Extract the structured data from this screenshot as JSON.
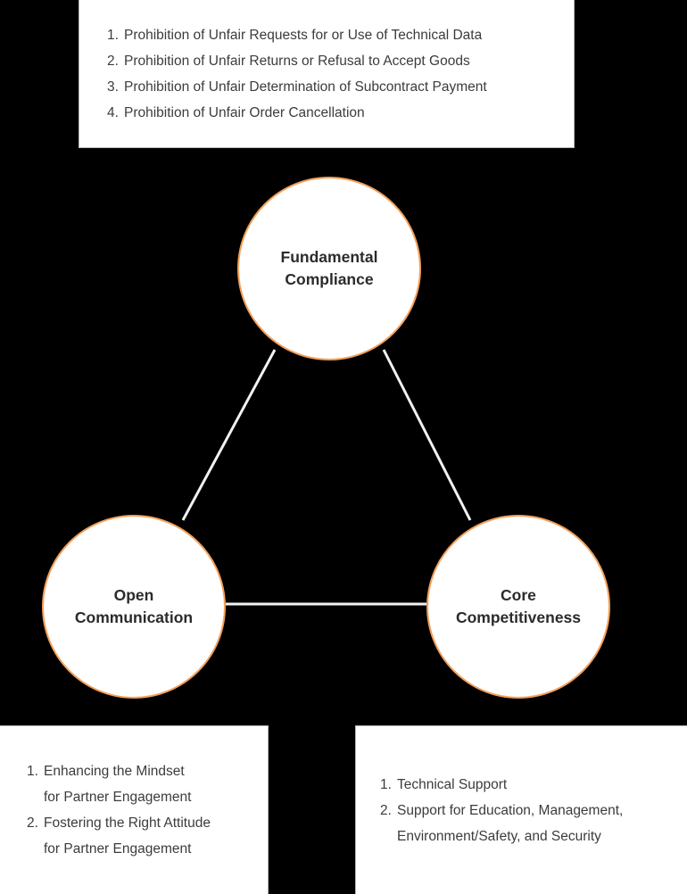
{
  "diagram": {
    "title": "Fundamental Compliance Triangle",
    "background_color": "#000000",
    "node_border_color": "#f3a05a",
    "node_fill_color": "#ffffff",
    "link_color": "#f2f2f2",
    "box_fill_color": "#ffffff",
    "box_border_color": "#b8b8b8",
    "text_color": "#3c3c3c",
    "node_text_color": "#2b2b2b"
  },
  "nodes": [
    {
      "id": "fundamental-compliance",
      "label": "Fundamental\nCompliance"
    },
    {
      "id": "open-communication",
      "label": "Open\nCommunication"
    },
    {
      "id": "core-competitiveness",
      "label": "Core\nCompetitiveness"
    }
  ],
  "boxes": {
    "top": {
      "items": [
        {
          "num": "1.",
          "line1": "Prohibition of Unfair Requests for or Use of Technical Data",
          "line2": ""
        },
        {
          "num": "2.",
          "line1": "Prohibition of Unfair Returns or Refusal to Accept Goods",
          "line2": ""
        },
        {
          "num": "3.",
          "line1": "Prohibition of Unfair Determination of Subcontract Payment",
          "line2": ""
        },
        {
          "num": "4.",
          "line1": "Prohibition of Unfair Order Cancellation",
          "line2": ""
        }
      ]
    },
    "bottom_left": {
      "items": [
        {
          "num": "1.",
          "line1": "Enhancing the Mindset",
          "line2": "for Partner Engagement"
        },
        {
          "num": "2.",
          "line1": "Fostering the Right Attitude",
          "line2": "for Partner Engagement"
        }
      ]
    },
    "bottom_right": {
      "items": [
        {
          "num": "1.",
          "line1": "Technical Support",
          "line2": ""
        },
        {
          "num": "2.",
          "line1": "Support for Education, Management,",
          "line2": "Environment/Safety, and Security"
        }
      ]
    }
  }
}
